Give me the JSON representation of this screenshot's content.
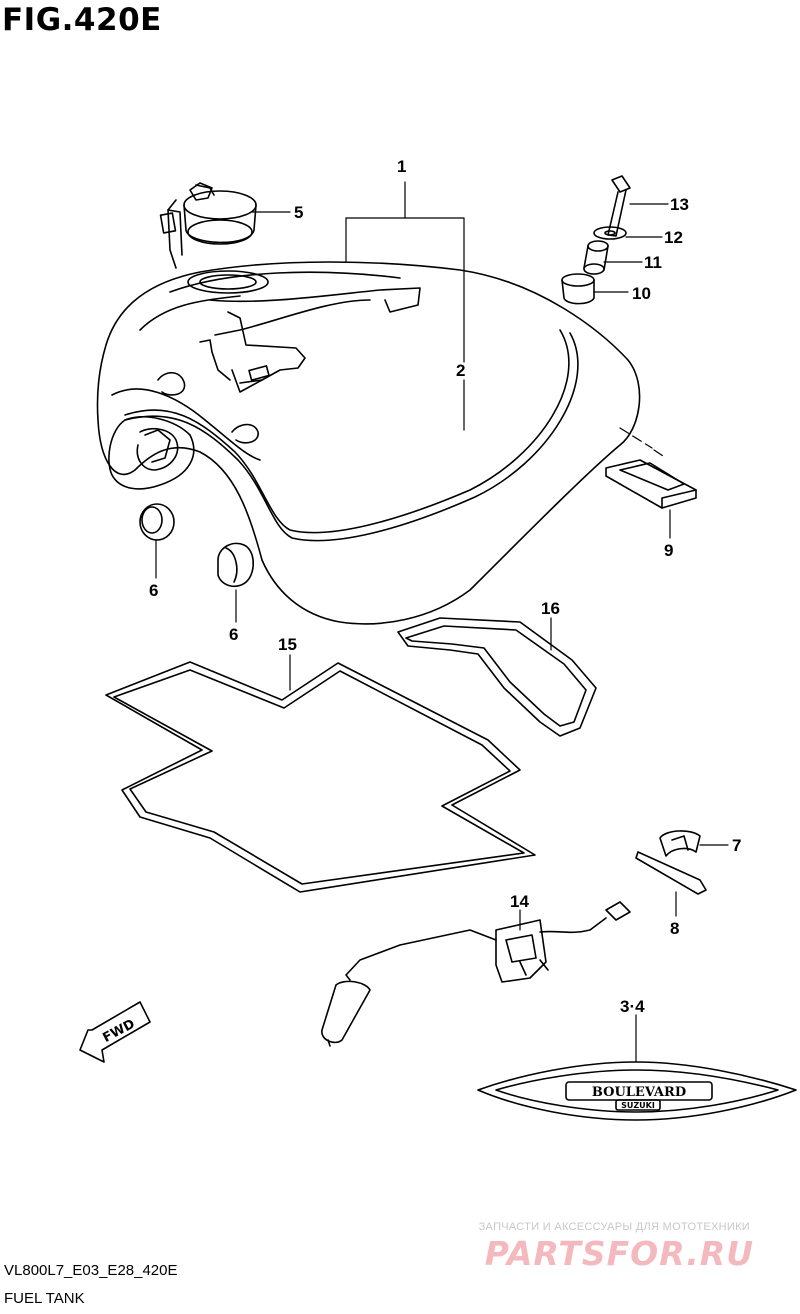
{
  "figure": {
    "title": "FIG.420E"
  },
  "callouts": {
    "c1": "1",
    "c2": "2",
    "c34": "3·4",
    "c5": "5",
    "c6a": "6",
    "c6b": "6",
    "c7": "7",
    "c8": "8",
    "c9": "9",
    "c10": "10",
    "c11": "11",
    "c12": "12",
    "c13": "13",
    "c14": "14",
    "c15": "15",
    "c16": "16"
  },
  "fwd_label": "FWD",
  "emblem": {
    "main": "BOULEVARD",
    "sub": "SUZUKI"
  },
  "footer": {
    "model_code": "VL800L7_E03_E28_420E",
    "section_name": "FUEL TANK"
  },
  "watermark": {
    "tagline": "ЗАПЧАСТИ И АКСЕССУАРЫ ДЛЯ МОТОТЕХНИКИ",
    "logo": "PARTSFOR.RU"
  }
}
